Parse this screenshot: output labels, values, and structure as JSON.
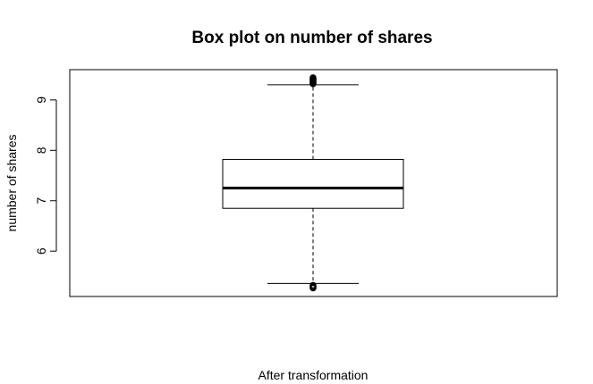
{
  "chart_data": {
    "type": "box",
    "title": "Box plot on number of shares",
    "xlabel": "After transformation",
    "ylabel": "number of shares",
    "ylim": [
      5.1,
      9.6
    ],
    "yticks": [
      6,
      7,
      8,
      9
    ],
    "ytick_labels": [
      "6",
      "7",
      "8",
      "9"
    ],
    "box": {
      "whisker_low": 5.36,
      "q1": 6.85,
      "median": 7.25,
      "q3": 7.82,
      "whisker_high": 9.3
    },
    "outliers": [
      9.32,
      9.34,
      9.36,
      9.38,
      9.4,
      9.42,
      9.44,
      5.32,
      5.29,
      5.27
    ],
    "grid": false,
    "legend": "none"
  }
}
